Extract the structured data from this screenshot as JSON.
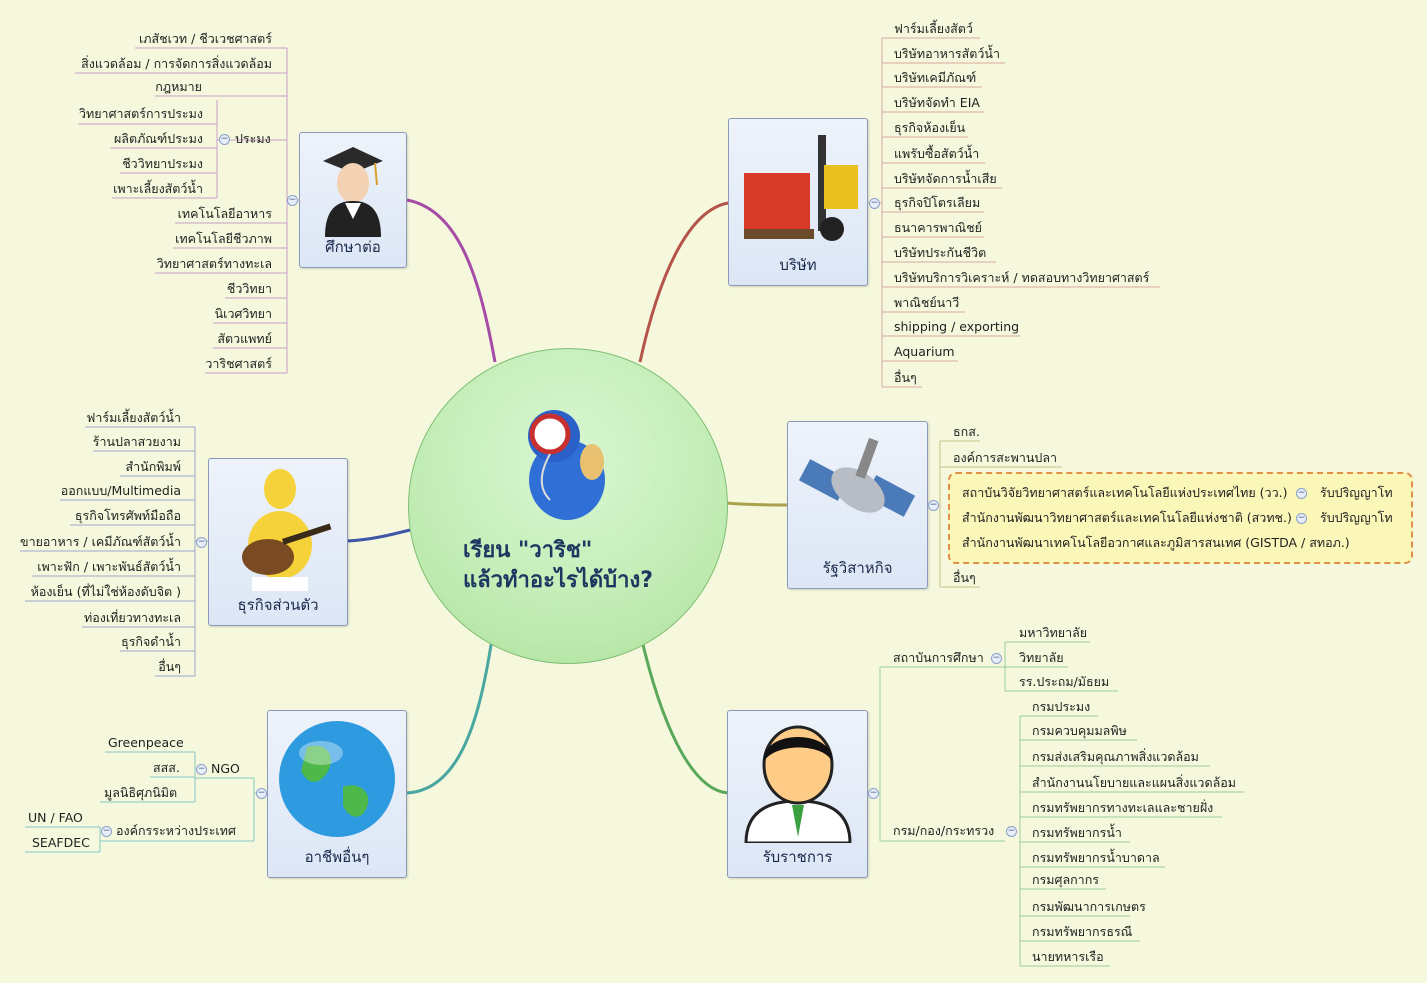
{
  "center": {
    "line1": "เรียน \"วาริช\"",
    "line2": "แล้วทำอะไรได้บ้าง?"
  },
  "study": {
    "title": "ศึกษาต่อ",
    "items": [
      "เภสัชเวท / ชีวเวชศาสตร์",
      "สิ่งแวดล้อม  / การจัดการสิ่งแวดล้อม",
      "กฎหมาย",
      "เทคโนโลยีอาหาร",
      "เทคโนโลยีชีวภาพ",
      "วิทยาศาสตร์ทางทะเล",
      "ชีววิทยา",
      "นิเวศวิทยา",
      "สัตวแพทย์",
      "วาริชศาสตร์"
    ],
    "fishery": {
      "label": "ประมง",
      "items": [
        "วิทยาศาสตร์การประมง",
        "ผลิตภัณฑ์ประมง",
        "ชีววิทยาประมง",
        "เพาะเลี้ยงสัตว์น้ำ"
      ]
    }
  },
  "business": {
    "title": "ธุรกิจส่วนตัว",
    "items": [
      "ฟาร์มเลี้ยงสัตว์น้ำ",
      "ร้านปลาสวยงาม",
      "สำนักพิมพ์",
      "ออกแบบ/Multimedia",
      "ธุรกิจโทรศัพท์มือถือ",
      "ขายอาหาร / เคมีภัณฑ์สัตว์น้ำ",
      "เพาะฟัก / เพาะพันธ์สัตว์น้ำ",
      "ห้องเย็น (ที่ไม่ใช่ห้องดับจิต )",
      "ท่องเที่ยวทางทะเล",
      "ธุรกิจดำน้ำ",
      "อื่นๆ"
    ]
  },
  "other": {
    "title": "อาชีพอื่นๆ",
    "ngo": {
      "label": "NGO",
      "items": [
        "Greenpeace",
        "สสส.",
        "มูลนิธิศุภนิมิต"
      ]
    },
    "intl": {
      "label": "องค์กรระหว่างประเทศ",
      "items": [
        "UN / FAO",
        "SEAFDEC"
      ]
    }
  },
  "company": {
    "title": "บริษัท",
    "items": [
      "ฟาร์มเลี้ยงสัตว์",
      "บริษัทอาหารสัตว์น้ำ",
      "บริษัทเคมีภัณฑ์",
      "บริษัทจัดทำ EIA",
      "ธุรกิจห้องเย็น",
      "แพรับซื้อสัตว์น้ำ",
      "บริษัทจัดการน้ำเสีย",
      "ธุรกิจปิโตรเลียม",
      "ธนาคารพาณิชย์",
      "บริษัทประกันชีวิต",
      "บริษัทบริการวิเคราะห์ / ทดสอบทางวิทยาศาสตร์",
      "พาณิชย์นาวี",
      "shipping / exporting",
      "Aquarium",
      "อื่นๆ"
    ]
  },
  "state": {
    "title": "รัฐวิสาหกิจ",
    "items": [
      "ธกส.",
      "องค์การสะพานปลา"
    ],
    "highlight": [
      {
        "text": "สถาบันวิจัยวิทยาศาสตร์และเทคโนโลยีแห่งประเทศไทย (วว.)",
        "note": "รับปริญญาโท"
      },
      {
        "text": "สำนักงานพัฒนาวิทยาศาสตร์และเทคโนโลยีแห่งชาติ (สวทช.)",
        "note": "รับปริญญาโท"
      },
      {
        "text": "สำนักงานพัฒนาเทคโนโลยีอวกาศและภูมิสารสนเทศ (GISTDA / สทอภ.)",
        "note": ""
      }
    ],
    "last": "อื่นๆ"
  },
  "gov": {
    "title": "รับราชการ",
    "edu": {
      "label": "สถาบันการศึกษา",
      "items": [
        "มหาวิทยาลัย",
        "วิทยาลัย",
        "รร.ประถม/มัธยม"
      ]
    },
    "dept": {
      "label": "กรม/กอง/กระทรวง",
      "items": [
        "กรมประมง",
        "กรมควบคุมมลพิษ",
        "กรมส่งเสริมคุณภาพสิ่งแวดล้อม",
        "สำนักงานนโยบายและแผนสิ่งแวดล้อม",
        "กรมทรัพยากรทางทะเลและชายฝั่ง",
        "กรมทรัพยากรน้ำ",
        "กรมทรัพยากรน้ำบาดาล",
        "กรมศุลกากร",
        "กรมพัฒนาการเกษตร",
        "กรมทรัพยากรธรณี",
        "นายทหารเรือ"
      ]
    }
  },
  "colors": {
    "background": "#f5f8dc",
    "study_line": "#a64ca6",
    "company_line": "#b5554a",
    "state_line": "#a8a24c",
    "business_line": "#3d56a8",
    "other_line": "#4aa6a0",
    "gov_line": "#5aa85a",
    "highlight_border": "#e0904a",
    "highlight_fill": "#fbf7b9"
  },
  "icons": {
    "center": "diver-icon",
    "study": "graduate-icon",
    "business": "guitar-player-icon",
    "other": "globe-icon",
    "company": "forklift-icon",
    "state": "satellite-icon",
    "gov": "person-icon"
  }
}
